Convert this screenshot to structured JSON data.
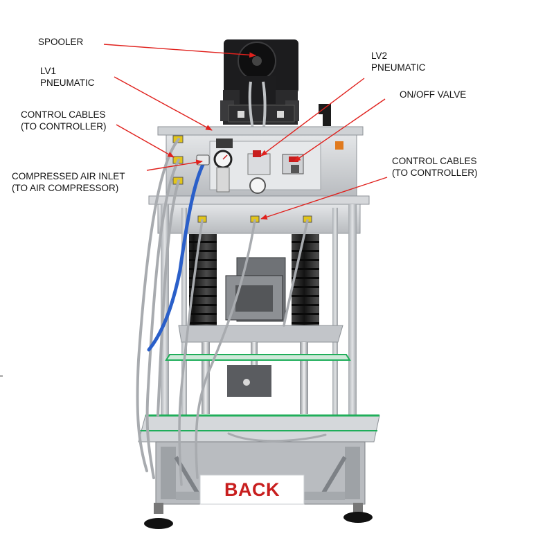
{
  "colors": {
    "arrow": "#e0211d",
    "frame": "#c9ccd0",
    "frame_dark": "#8d9297",
    "plate": "#d3d5d8",
    "bellows": "#2b2b2b",
    "motor": "#1c1c1e",
    "air_hose": "#2a5fc9",
    "braided_cable": "#a8abaf",
    "green_edge": "#1fae5a",
    "back_text": "#c81e1e"
  },
  "labels": {
    "spooler": {
      "lines": [
        "SPOOLER"
      ]
    },
    "lv1": {
      "lines": [
        "LV1",
        "PNEUMATIC"
      ]
    },
    "lv2": {
      "lines": [
        "LV2",
        "PNEUMATIC"
      ]
    },
    "on_off_valve": {
      "lines": [
        "ON/OFF VALVE"
      ]
    },
    "control_cables_left": {
      "lines": [
        "CONTROL CABLES",
        "(TO CONTROLLER)"
      ]
    },
    "compressed_air": {
      "lines": [
        "COMPRESSED AIR INLET",
        "(TO AIR COMPRESSOR)"
      ]
    },
    "control_cables_right": {
      "lines": [
        "CONTROL CABLES",
        "(TO CONTROLLER)"
      ]
    }
  },
  "machine": {
    "back_sign": "BACK"
  }
}
